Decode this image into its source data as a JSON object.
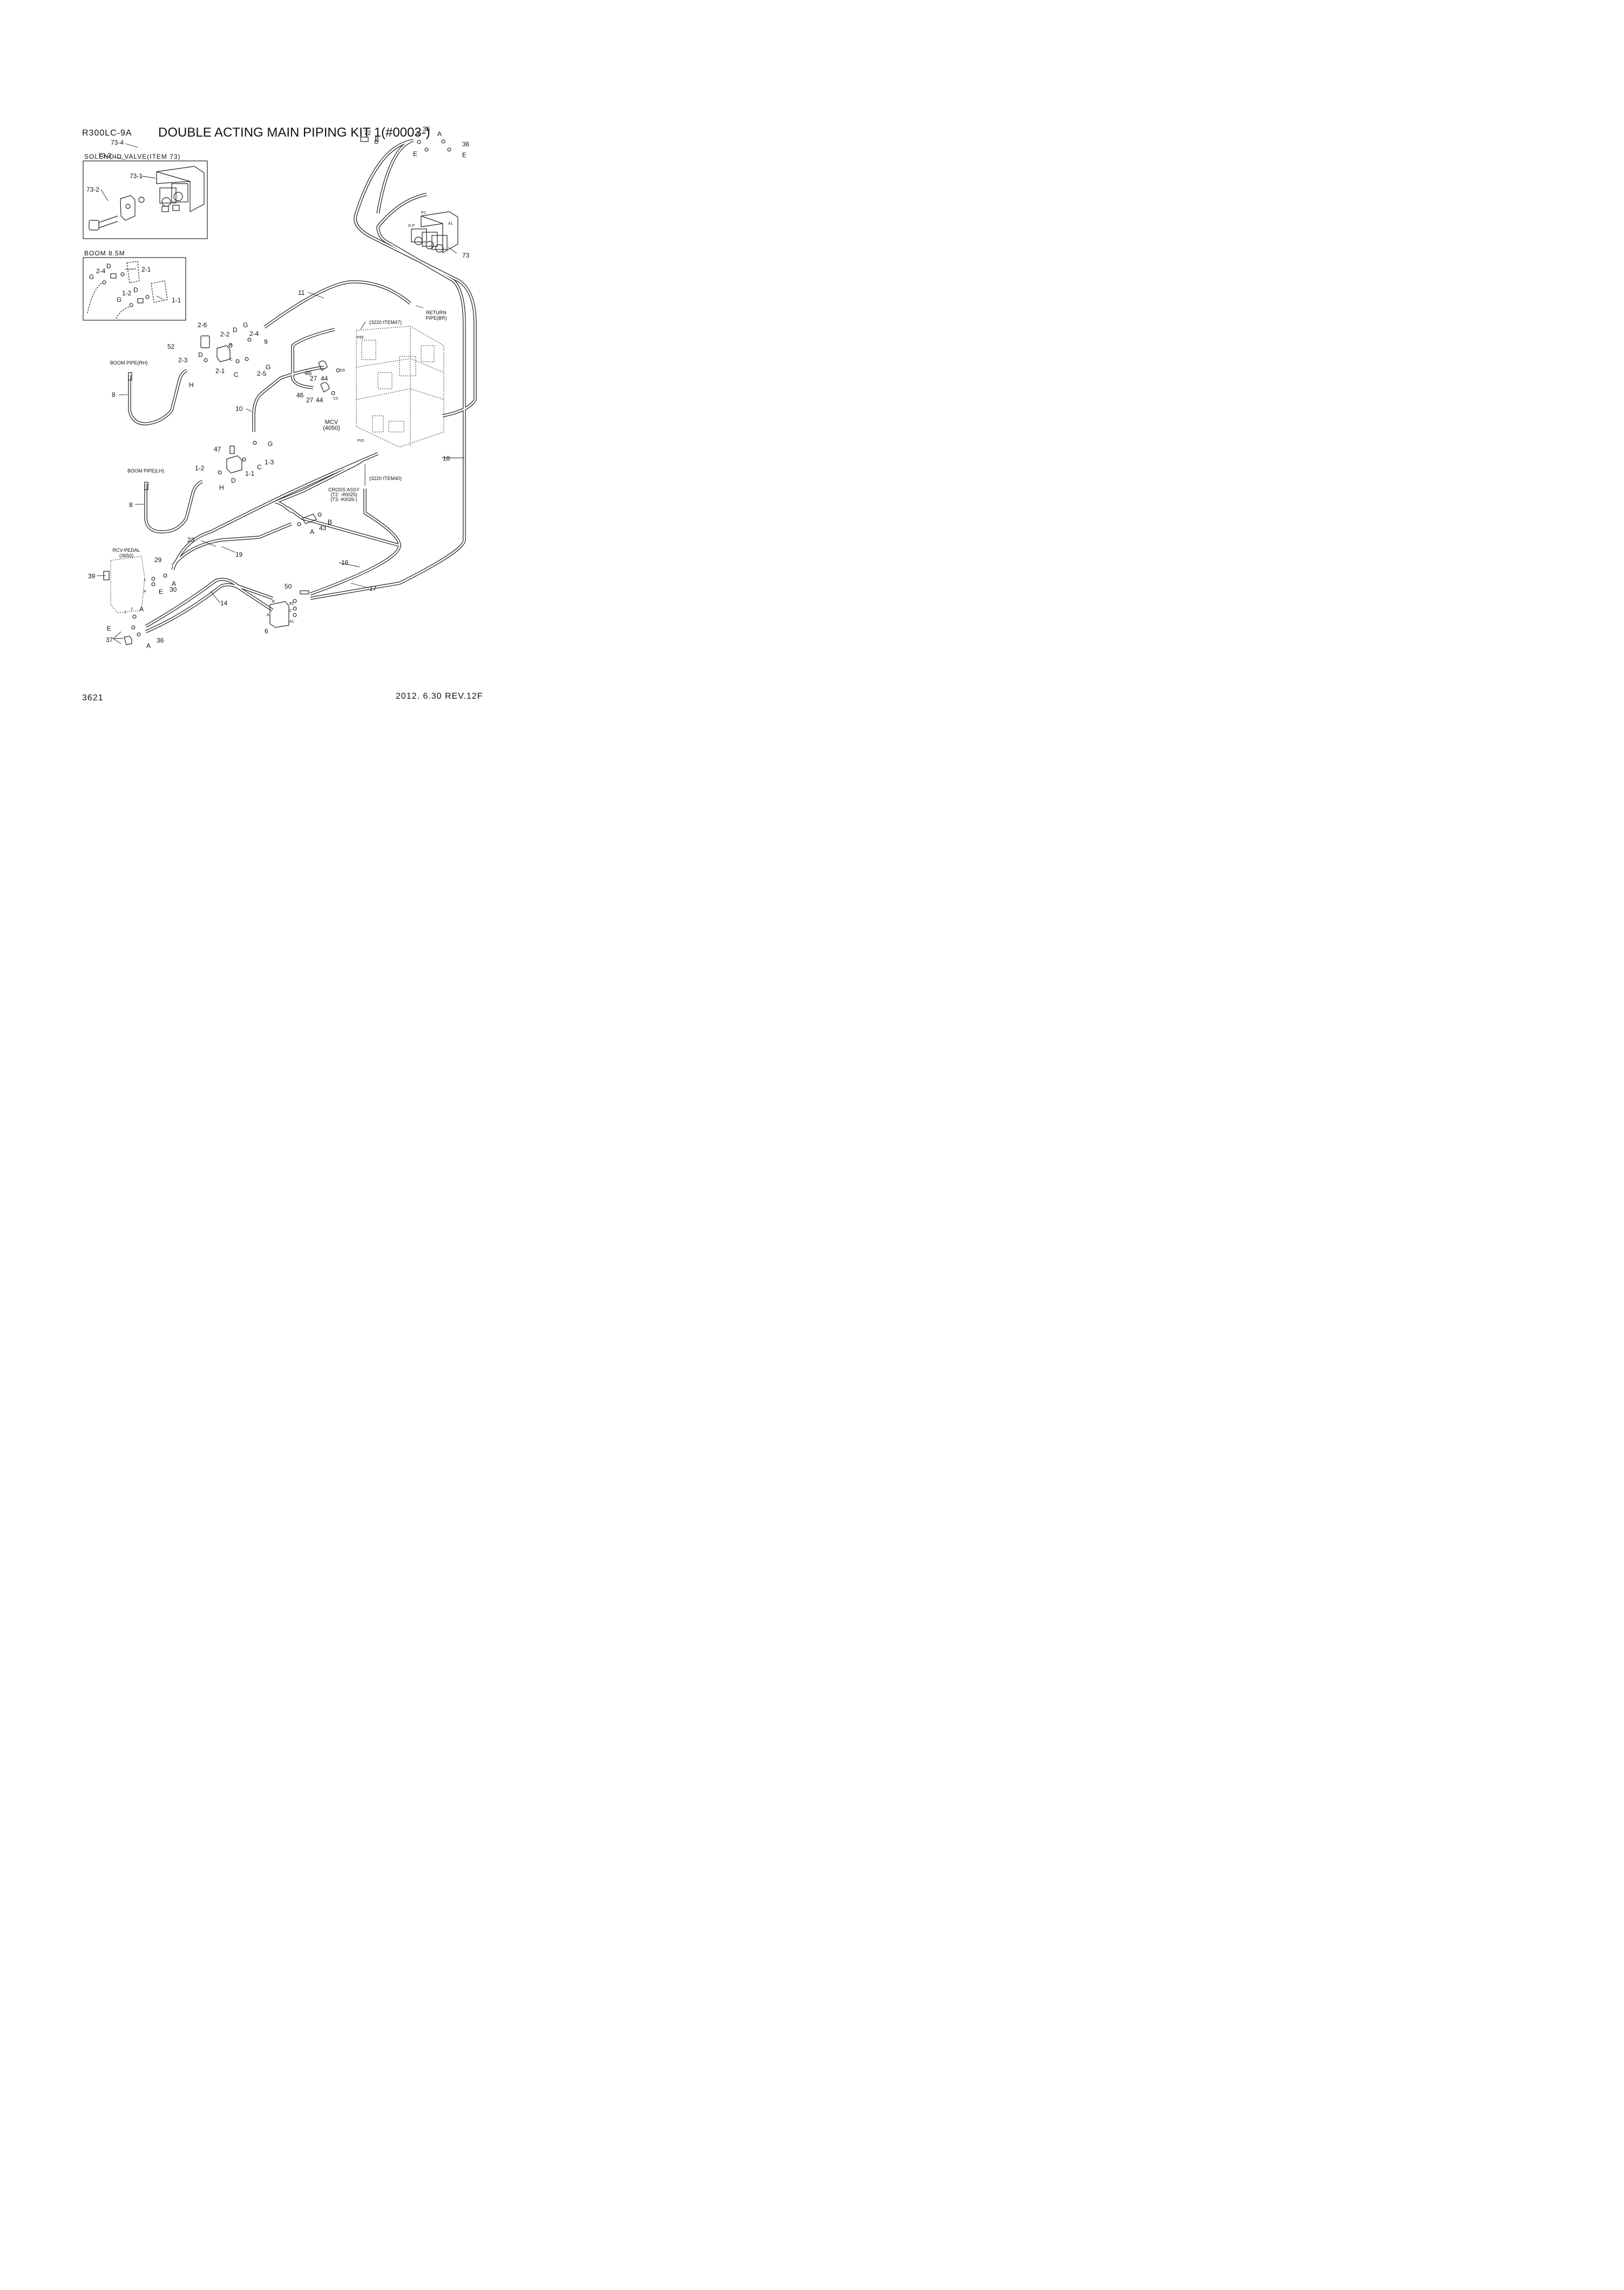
{
  "header": {
    "model": "R300LC-9A",
    "title": "DOUBLE ACTING MAIN PIPING KIT 1(#0003-)"
  },
  "footer": {
    "page_number": "3621",
    "revision": "2012. 6.30  REV.12F"
  },
  "insets": {
    "solenoid_valve": {
      "title": "SOLENOID VALVE(ITEM 73)",
      "labels": [
        "73-1",
        "73-4",
        "73-3",
        "73-2"
      ]
    },
    "boom": {
      "title": "BOOM 8.5M",
      "labels": [
        "D",
        "2-4",
        "2-1",
        "G",
        "1-2",
        "D",
        "G",
        "1-1"
      ]
    }
  },
  "component_labels": {
    "boom_pipe_rh": "BOOM PIPE(RH)",
    "boom_pipe_lh": "BOOM PIPE(LH)",
    "return_pipe": "RETURN\nPIPE(BR)",
    "ref_3220_47": "(3220 ITEM47)",
    "ref_3220_40": "(3220 ITEM40)",
    "mcv": "MCV\n(4050)",
    "cross_assy": "CROSS ASSY\n(T2: -#0025)\n(T3: #0026-)",
    "rcv_pedal": "RCV-PEDAL\n(3650)"
  },
  "port_labels": [
    "Pd5",
    "D5",
    "C5",
    "Pc5",
    "P2",
    "G.P",
    "A1",
    "B",
    "B1",
    "C",
    "A",
    "A1",
    "T",
    "P",
    "1",
    "2"
  ],
  "callouts": [
    "72",
    "B",
    "36",
    "A",
    "A",
    "36",
    "E",
    "E",
    "73",
    "11",
    "RETURN PIPE(BR)",
    "2-6",
    "2-2",
    "G",
    "52",
    "D",
    "B",
    "2-4",
    "9",
    "2-3",
    "D",
    "C",
    "2-5",
    "G",
    "2-1",
    "H",
    "C",
    "46",
    "27",
    "44",
    "46",
    "27",
    "44",
    "8",
    "10",
    "G",
    "47",
    "1-3",
    "C",
    "1-2",
    "1-1",
    "D",
    "H",
    "8",
    "18",
    "43",
    "B",
    "A",
    "23",
    "19",
    "29",
    "39",
    "A",
    "30",
    "E",
    "16",
    "17",
    "50",
    "14",
    "A",
    "E",
    "6",
    "37",
    "36",
    "A"
  ]
}
